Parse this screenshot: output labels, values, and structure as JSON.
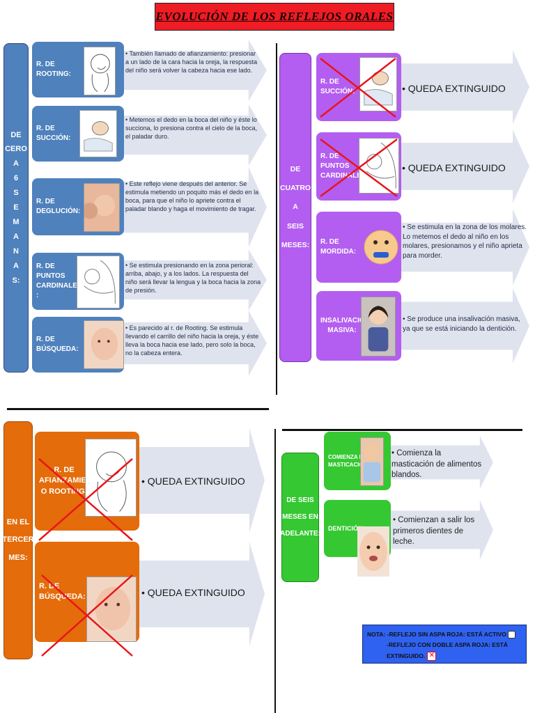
{
  "title": "EVOLUCIÓN DE LOS REFLEJOS ORALES",
  "colors": {
    "blue": "#4f81bd",
    "purple": "#b35ef0",
    "orange": "#e46c0a",
    "green": "#35c832",
    "cross": "#e8151b",
    "arrow": "#dfe3ee"
  },
  "q1": {
    "period_lines": [
      "DE",
      "CERO",
      "A",
      "6",
      "S",
      "E",
      "M",
      "A",
      "N",
      "A",
      "S:"
    ],
    "items": [
      {
        "label": "R. DE ROOTING:",
        "desc": "• También llamado de afianzamiento: presionar a un lado de la cara hacia la oreja, la respuesta del niño será volver la cabeza hacia ese lado.",
        "icon": "baby-sucking-finger-icon"
      },
      {
        "label": "R. DE SUCCIÓN:",
        "desc": "• Metemos el dedo en la boca del niño y éste lo succiona, lo presiona contra el cielo de la boca, el paladar duro.",
        "icon": "baby-feeding-icon"
      },
      {
        "label": "R. DE DEGLUCIÓN:",
        "desc": "• Este reflejo viene después del anterior. Se estimula metiendo un poquito más el dedo en la boca, para que el niño lo apriete contra el paladar blando y haga el movimiento de tragar.",
        "icon": "baby-nursing-photo-icon"
      },
      {
        "label": "R. DE PUNTOS CARDINALES :",
        "desc": "• Se estimula presionando en la zona perioral: arriba, abajo, y a los lados. La respuesta del niño será llevar la lengua y la boca hacia la zona de presión.",
        "icon": "baby-breastfeeding-icon"
      },
      {
        "label": "R. DE BÚSQUEDA:",
        "desc": "• Es parecido al r. de Rooting. Se estimula llevando el carrillo del niño hacia la oreja, y éste lleva la boca hacia ese lado, pero solo la boca, no la cabeza entera.",
        "icon": "baby-face-photo-icon"
      }
    ]
  },
  "q2": {
    "period_lines": [
      "DE",
      "CUATRO",
      "A",
      "SEIS",
      "MESES:"
    ],
    "items": [
      {
        "label": "R. DE SUCCIÓN:",
        "desc": "• QUEDA EXTINGUIDO",
        "crossed": true,
        "icon": "baby-feeding-icon"
      },
      {
        "label": "R. DE PUNTOS CARDINALES:",
        "desc": "• QUEDA EXTINGUIDO",
        "crossed": true,
        "icon": "baby-breastfeeding-icon"
      },
      {
        "label": "R. DE MORDIDA:",
        "desc": "• Se estimula en la zona de los molares. Lo metemos el dedo al niño en los molares, presionamos y el niño aprieta para morder.",
        "crossed": false,
        "icon": "baby-biting-photo-icon"
      },
      {
        "label": "INSALIVACIÓN MASIVA:",
        "desc": "• Se produce una insalivación masiva, ya que se está iniciando la dentición.",
        "crossed": false,
        "icon": "baby-sitting-photo-icon"
      }
    ]
  },
  "q3": {
    "period_lines": [
      "EN EL",
      "TERCER",
      "MES:"
    ],
    "items": [
      {
        "label": "R. DE AFIANZAMIENTO O ROOTING:",
        "desc": "• QUEDA EXTINGUIDO",
        "crossed": true,
        "icon": "baby-sucking-finger-icon"
      },
      {
        "label": "R. DE BÚSQUEDA:",
        "desc": "• QUEDA EXTINGUIDO",
        "crossed": true,
        "icon": "baby-face-photo-icon"
      }
    ]
  },
  "q4": {
    "period_lines": [
      "DE SEIS",
      "MESES EN",
      "ADELANTE:"
    ],
    "items": [
      {
        "label": "COMIENZA LA MASTICACIÓN:",
        "desc": "• Comienza la masticación de alimentos blandos.",
        "icon": "baby-eating-photo-icon"
      },
      {
        "label": "DENTICIÓN:",
        "desc": "• Comienzan a salir los primeros dientes de leche.",
        "icon": "baby-teeth-photo-icon"
      }
    ]
  },
  "note": {
    "line1": "NOTA: -REFLEJO SIN ASPA ROJA: ESTÁ ACTIVO",
    "line2": "-REFLEJO CON DOBLE ASPA ROJA: ESTÁ EXTINGUIDO."
  }
}
